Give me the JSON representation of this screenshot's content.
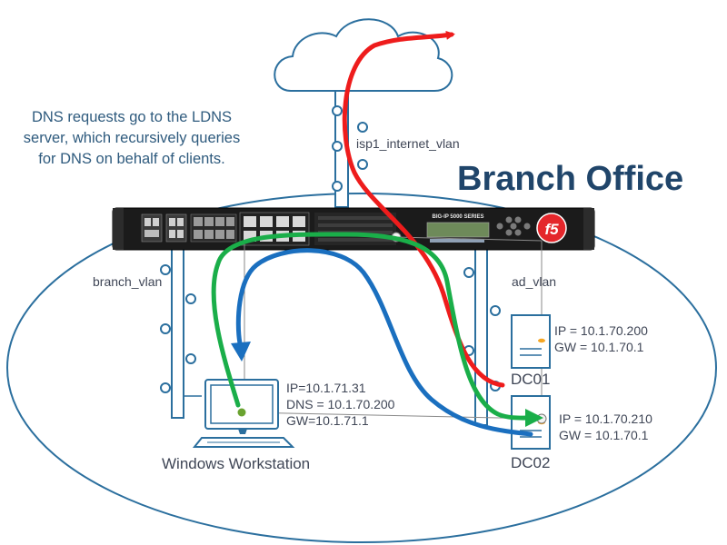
{
  "intro": {
    "line1": "DNS requests go to the LDNS",
    "line2": "server, which recursively queries",
    "line3": "for DNS on behalf of clients."
  },
  "title": "Branch Office",
  "vlans": {
    "isp": "isp1_internet_vlan",
    "branch": "branch_vlan",
    "ad": "ad_vlan"
  },
  "device": {
    "model": "BIG-IP 5000 SERIES",
    "logo": "f5"
  },
  "workstation": {
    "label": "Windows Workstation",
    "ip": "IP=10.1.71.31",
    "dns": "DNS = 10.1.70.200",
    "gw": "GW=10.1.71.1"
  },
  "dc01": {
    "label": "DC01",
    "ip": "IP = 10.1.70.200",
    "gw": "GW = 10.1.70.1"
  },
  "dc02": {
    "label": "DC02",
    "ip": "IP = 10.1.70.210",
    "gw": "GW = 10.1.70.1"
  },
  "colors": {
    "internet_path": "#ee1c1c",
    "dns_query_path": "#1aae49",
    "dns_response_path": "#1a6fbf",
    "network_lines": "#2b6f9e",
    "title": "#20456a"
  }
}
